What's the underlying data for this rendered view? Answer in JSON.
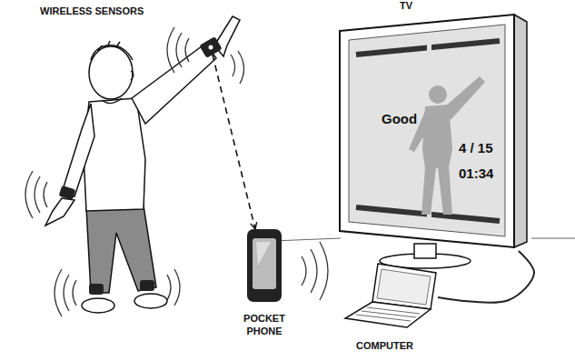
{
  "diagram": {
    "nodes": [
      {
        "text": [
          "WIRELESS SENSORS"
        ]
      },
      {
        "text": [
          "TV",
          "Good",
          "4 / 15",
          "01:34"
        ]
      },
      {
        "text": [
          "POCKET PHONE"
        ]
      },
      {
        "text": [
          "COMPUTER"
        ]
      }
    ],
    "edges": [
      {
        "from": 0,
        "to": 2,
        "arrow": "to"
      },
      {
        "from": 3,
        "to": 1,
        "arrow": "none"
      }
    ]
  }
}
